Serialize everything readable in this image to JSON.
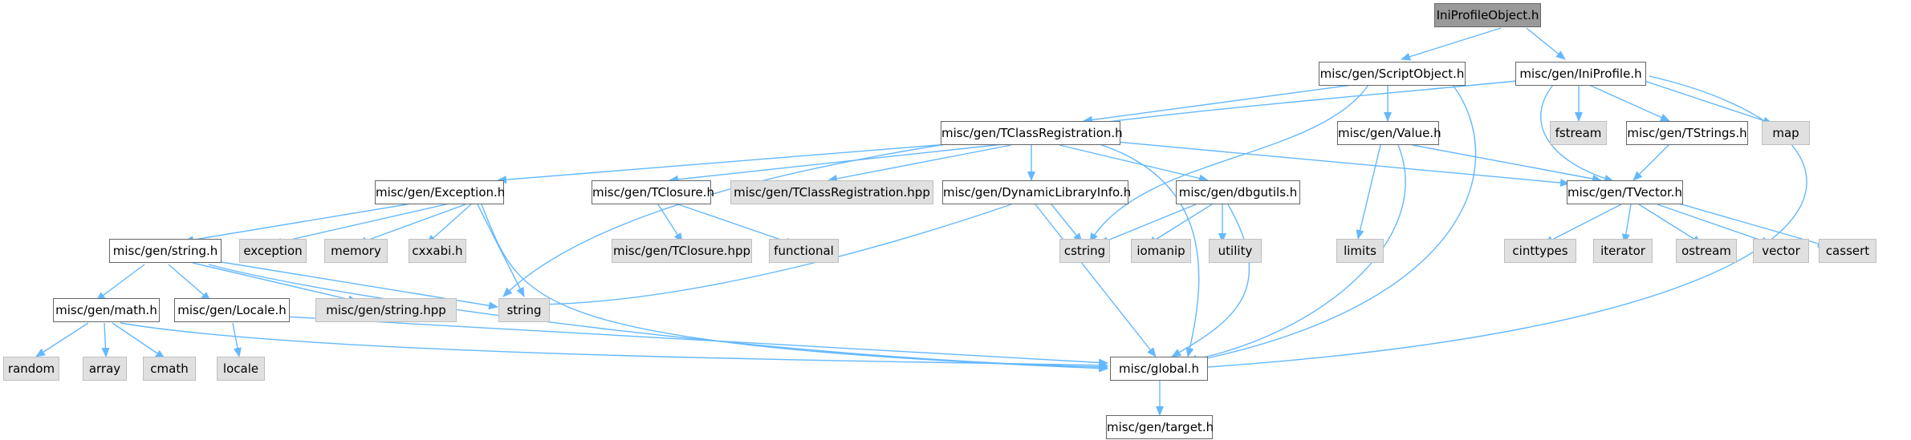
{
  "colors": {
    "edge": "#63b8ff",
    "main_fill": "#999999",
    "file_border": "#666666",
    "system_fill": "#e0e0e0",
    "system_border": "#bfbfbf"
  },
  "nodes": {
    "ini_profile_object_h": "IniProfileObject.h",
    "script_object_h": "misc/gen/ScriptObject.h",
    "ini_profile_h": "misc/gen/IniProfile.h",
    "tclass_registration_h": "misc/gen/TClassRegistration.h",
    "value_h": "misc/gen/Value.h",
    "fstream": "fstream",
    "tstrings_h": "misc/gen/TStrings.h",
    "map": "map",
    "exception_h": "misc/gen/Exception.h",
    "tclosure_h": "misc/gen/TClosure.h",
    "tclass_registration_hpp": "misc/gen/TClassRegistration.hpp",
    "dynamic_library_info_h": "misc/gen/DynamicLibraryInfo.h",
    "dbgutils_h": "misc/gen/dbgutils.h",
    "limits": "limits",
    "tvector_h": "misc/gen/TVector.h",
    "string_h": "misc/gen/string.h",
    "exception": "exception",
    "memory": "memory",
    "cxxabi_h": "cxxabi.h",
    "tclosure_hpp": "misc/gen/TClosure.hpp",
    "functional": "functional",
    "cstring": "cstring",
    "iomanip": "iomanip",
    "utility": "utility",
    "cinttypes": "cinttypes",
    "iterator": "iterator",
    "ostream": "ostream",
    "vector": "vector",
    "cassert": "cassert",
    "math_h": "misc/gen/math.h",
    "locale_h": "misc/gen/Locale.h",
    "string_hpp": "misc/gen/string.hpp",
    "string": "string",
    "random": "random",
    "array": "array",
    "cmath": "cmath",
    "locale": "locale",
    "global_h": "misc/global.h",
    "target_h": "misc/gen/target.h"
  }
}
